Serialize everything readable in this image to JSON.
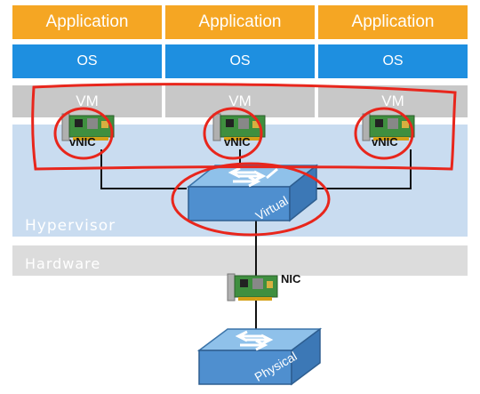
{
  "columns": [
    {
      "application": "Application",
      "os": "OS",
      "vm": "VM",
      "vnic": "vNIC"
    },
    {
      "application": "Application",
      "os": "OS",
      "vm": "VM",
      "vnic": "vNIC"
    },
    {
      "application": "Application",
      "os": "OS",
      "vm": "VM",
      "vnic": "vNIC"
    }
  ],
  "layers": {
    "hypervisor": "Hypervisor",
    "hardware": "Hardware"
  },
  "switches": {
    "virtual": "Virtual",
    "physical": "Physical"
  },
  "nic_label": "NIC",
  "colors": {
    "application": "#f5a623",
    "os": "#1e8fe0",
    "vm": "#c8c8c8",
    "hypervisor": "#c9dcf0",
    "hardware": "#d9d9d9",
    "annotation": "#e8261c",
    "switch_face": "#6fa8dc"
  },
  "icons": [
    "vnic-card-icon",
    "virtual-switch-icon",
    "nic-card-icon",
    "physical-switch-icon"
  ]
}
